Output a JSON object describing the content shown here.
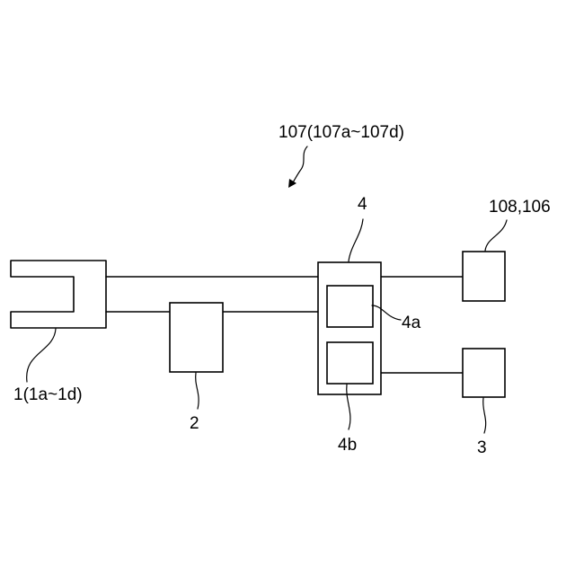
{
  "labels": {
    "assembly": "107(107a~107d)",
    "controller": "4",
    "controller_upper": "4a",
    "controller_lower": "4b",
    "gripper": "1(1a~1d)",
    "unit_2": "2",
    "unit_3": "3",
    "unit_108": "108,106"
  }
}
